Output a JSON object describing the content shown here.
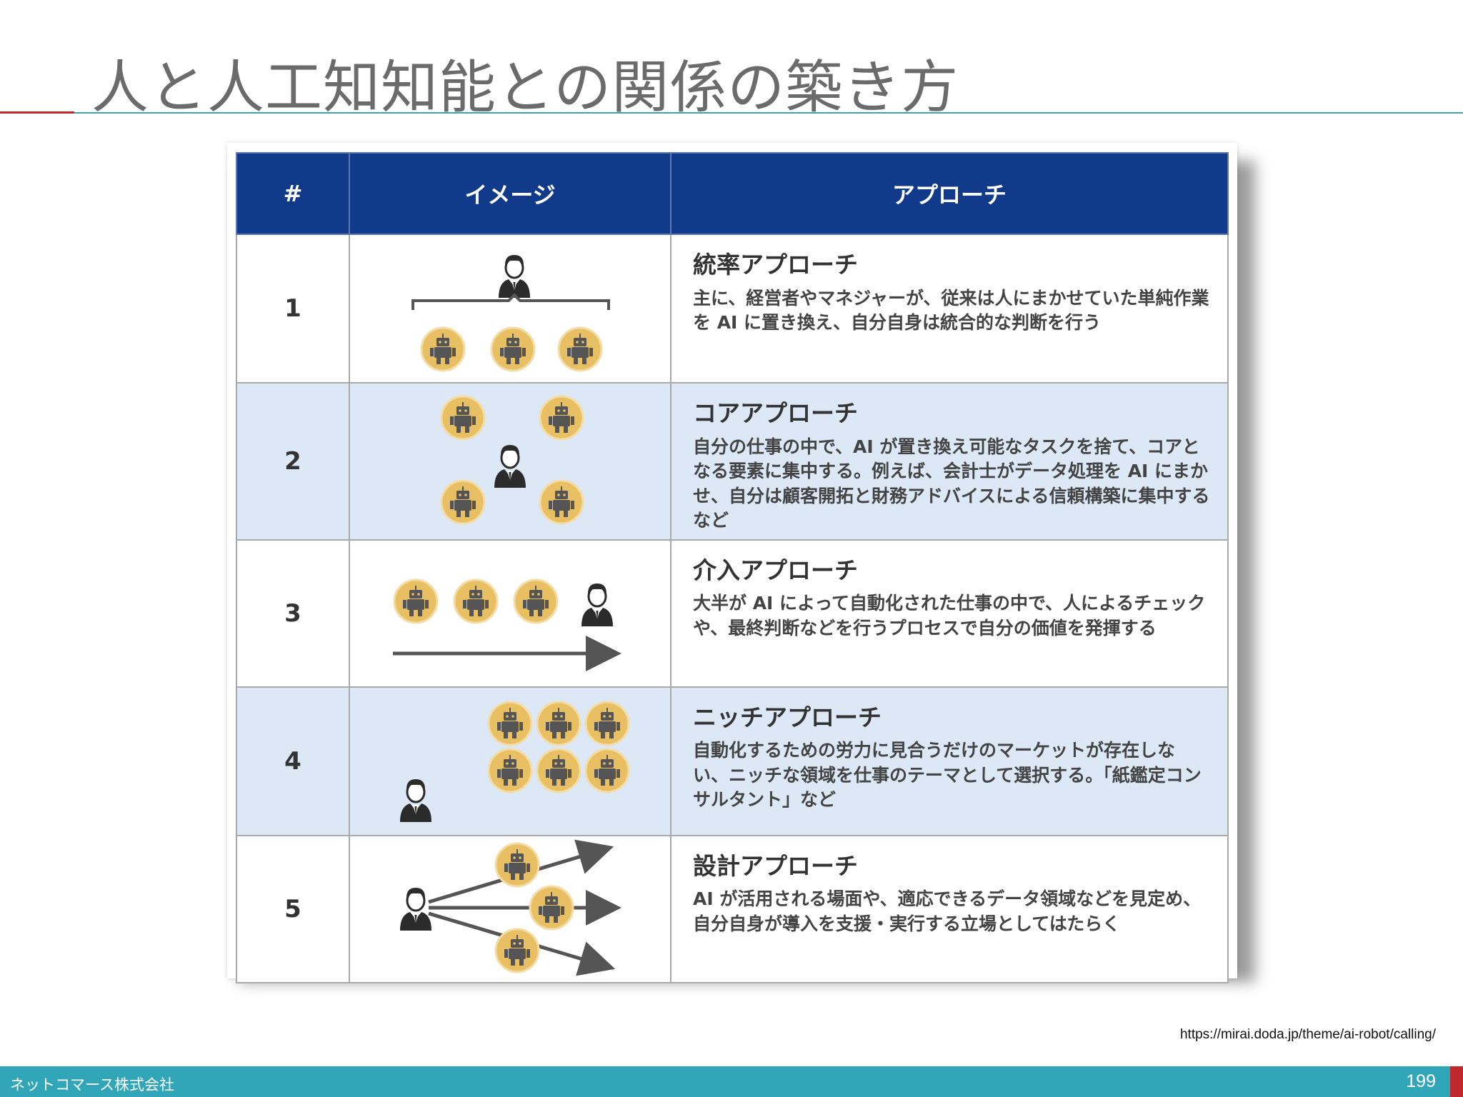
{
  "slide": {
    "title": "人と人工知知能との関係の築き方"
  },
  "table": {
    "headers": [
      "#",
      "イメージ",
      "アプローチ"
    ],
    "rows": [
      {
        "num": "1",
        "title": "統率アプローチ",
        "description": "主に、経営者やマネジャーが、従来は人にまかせていた単純作業を AI に置き換え、自分自身は統合的な判断を行う",
        "image": "person-above-robots-bracket"
      },
      {
        "num": "2",
        "title": "コアアプローチ",
        "description": "自分の仕事の中で、AI が置き換え可能なタスクを捨て、コアとなる要素に集中する。例えば、会計士がデータ処理を AI にまかせ、自分は顧客開拓と財務アドバイスによる信頼構築に集中するなど",
        "image": "person-surrounded-by-robots"
      },
      {
        "num": "3",
        "title": "介入アプローチ",
        "description": "大半が AI によって自動化された仕事の中で、人によるチェックや、最終判断などを行うプロセスで自分の価値を発揮する",
        "image": "robots-then-person-arrow"
      },
      {
        "num": "4",
        "title": "ニッチアプローチ",
        "description": "自動化するための労力に見合うだけのマーケットが存在しない、ニッチな領域を仕事のテーマとして選択する。「紙鑑定コンサルタント」など",
        "image": "person-apart-from-robot-grid"
      },
      {
        "num": "5",
        "title": "設計アプローチ",
        "description": "AI が活用される場面や、適応できるデータ領域などを見定め、自分自身が導入を支援・実行する立場としてはたらく",
        "image": "person-directing-robots-arrows"
      }
    ]
  },
  "source": {
    "url": "https://mirai.doda.jp/theme/ai-robot/calling/"
  },
  "footer": {
    "company": "ネットコマース株式会社",
    "page_number": "199"
  },
  "colors": {
    "header_bg": "#123a8a",
    "stripe_bg": "#dde8f7",
    "robot_coin": "#e8bf62",
    "footer_bar": "#30a6b8",
    "accent_red": "#c0282d",
    "title_gray": "#6b6b6b"
  }
}
